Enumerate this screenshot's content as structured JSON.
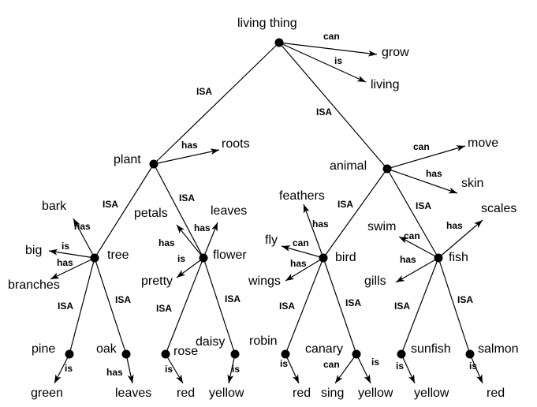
{
  "diagram": {
    "nodes": {
      "living_thing": "living thing",
      "plant": "plant",
      "animal": "animal",
      "tree": "tree",
      "flower": "flower",
      "bird": "bird",
      "fish": "fish",
      "pine": "pine",
      "oak": "oak",
      "rose": "rose",
      "daisy": "daisy",
      "robin": "robin",
      "canary": "canary",
      "sunfish": "sunfish",
      "salmon": "salmon"
    },
    "properties": {
      "grow": "grow",
      "living": "living",
      "roots": "roots",
      "move": "move",
      "skin": "skin",
      "bark": "bark",
      "big": "big",
      "branches": "branches",
      "petals": "petals",
      "leaves_flower": "leaves",
      "pretty": "pretty",
      "feathers": "feathers",
      "fly": "fly",
      "wings": "wings",
      "swim": "swim",
      "scales": "scales",
      "gills": "gills",
      "green": "green",
      "leaves_oak": "leaves",
      "red_rose": "red",
      "yellow_daisy": "yellow",
      "red_robin": "red",
      "sing": "sing",
      "yellow_canary": "yellow",
      "yellow_sunfish": "yellow",
      "red_salmon": "red"
    },
    "relations": {
      "can": "can",
      "is": "is",
      "has": "has",
      "isa": "ISA"
    }
  }
}
